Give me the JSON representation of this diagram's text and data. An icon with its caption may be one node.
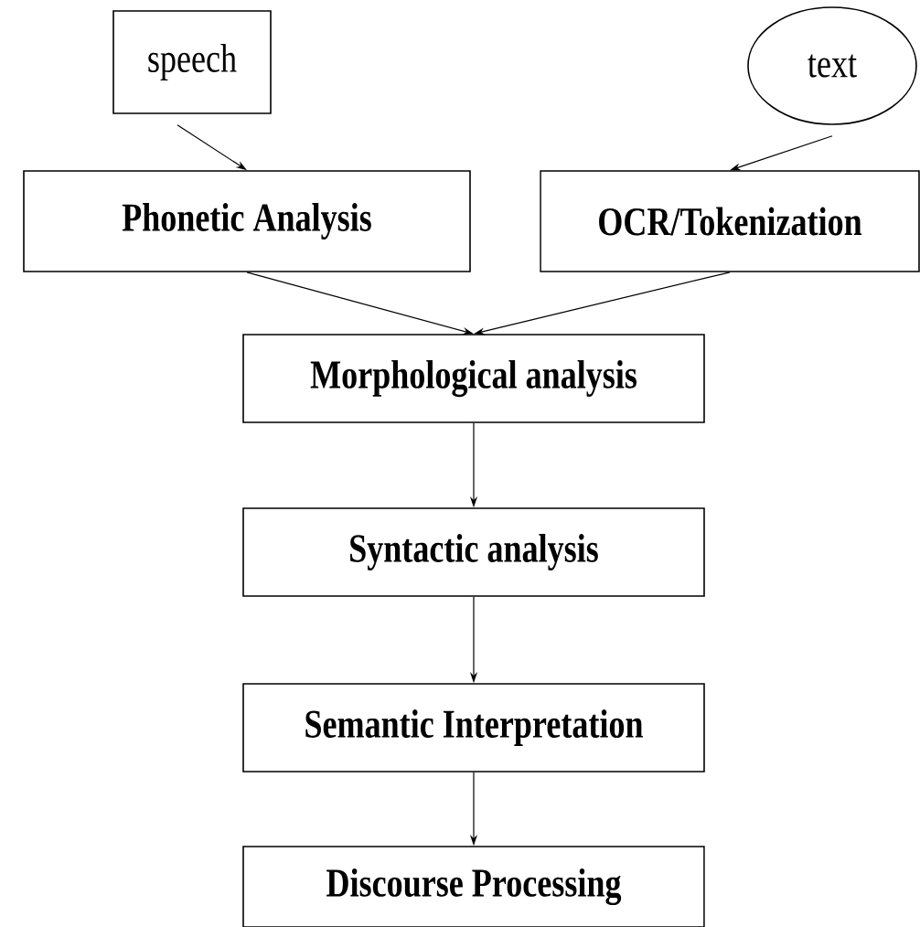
{
  "diagram": {
    "nodes": [
      {
        "text": [
          "speech"
        ]
      },
      {
        "text": [
          "text"
        ]
      },
      {
        "text": [
          "Phonetic Analysis"
        ]
      },
      {
        "text": [
          "OCR/Tokenization"
        ]
      },
      {
        "text": [
          "Morphological analysis"
        ]
      },
      {
        "text": [
          "Syntactic analysis"
        ]
      },
      {
        "text": [
          "Semantic Interpretation"
        ]
      },
      {
        "text": [
          "Discourse Processing"
        ]
      }
    ],
    "edges": [
      {
        "from": 0,
        "to": 2,
        "arrow": "to"
      },
      {
        "from": 1,
        "to": 3,
        "arrow": "to"
      },
      {
        "from": 2,
        "to": 4,
        "arrow": "to"
      },
      {
        "from": 3,
        "to": 4,
        "arrow": "to"
      },
      {
        "from": 4,
        "to": 5,
        "arrow": "to"
      },
      {
        "from": 5,
        "to": 6,
        "arrow": "to"
      },
      {
        "from": 6,
        "to": 7,
        "arrow": "to"
      }
    ]
  }
}
